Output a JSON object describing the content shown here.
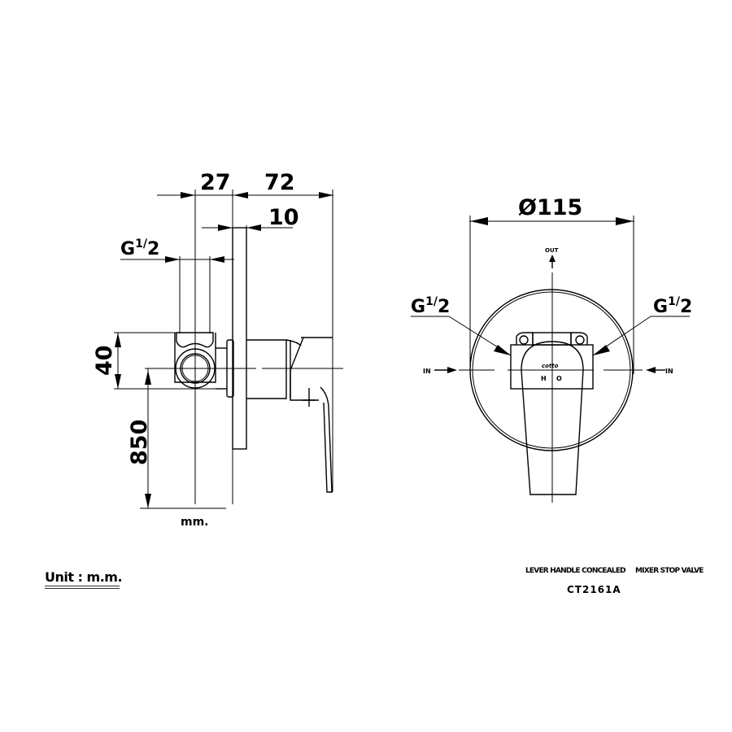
{
  "side_view": {
    "dimensions": {
      "d27": "27",
      "d72": "72",
      "d10": "10",
      "d40": "40",
      "d850": "850"
    },
    "thread_label": {
      "main": "G",
      "fraction_num": "1",
      "fraction_den": "2"
    },
    "unit_suffix": "mm."
  },
  "front_view": {
    "diameter": "Ø115",
    "out_label": "OUT",
    "in_left": "IN",
    "in_right": "IN",
    "hot_label": "H",
    "cold_label": "O",
    "brand_mark": "cotto",
    "thread_left": {
      "main": "G",
      "fraction_num": "1",
      "fraction_den": "2"
    },
    "thread_right": {
      "main": "G",
      "fraction_num": "1",
      "fraction_den": "2"
    }
  },
  "footer": {
    "unit": "Unit : m.m.",
    "product_type_1": "LEVER HANDLE CONCEALED",
    "product_type_2": "MIXER STOP VALVE",
    "model": "CT2161A"
  }
}
